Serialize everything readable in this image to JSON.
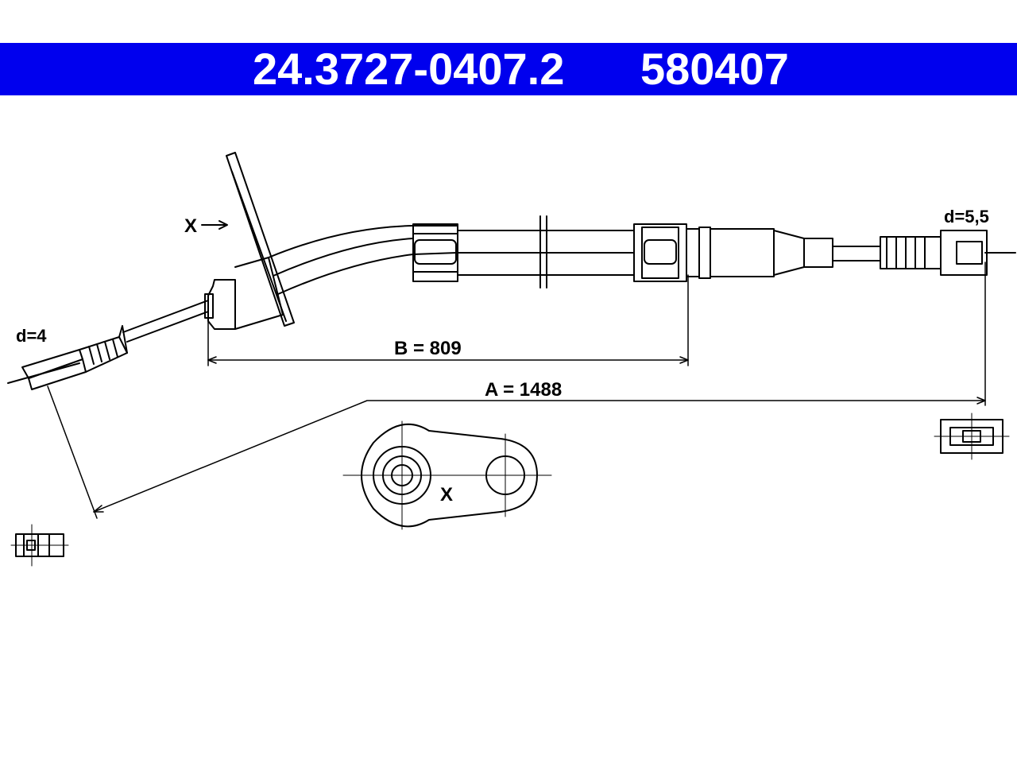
{
  "header": {
    "part_number": "24.3727-0407.2",
    "ref_number": "580407",
    "background_color": "#0000ee",
    "text_color": "#ffffff"
  },
  "labels": {
    "view_marker": "X",
    "detail_marker": "X",
    "left_diameter": "d=4",
    "right_diameter": "d=5,5",
    "dim_b": "B = 809",
    "dim_a": "A = 1488"
  }
}
